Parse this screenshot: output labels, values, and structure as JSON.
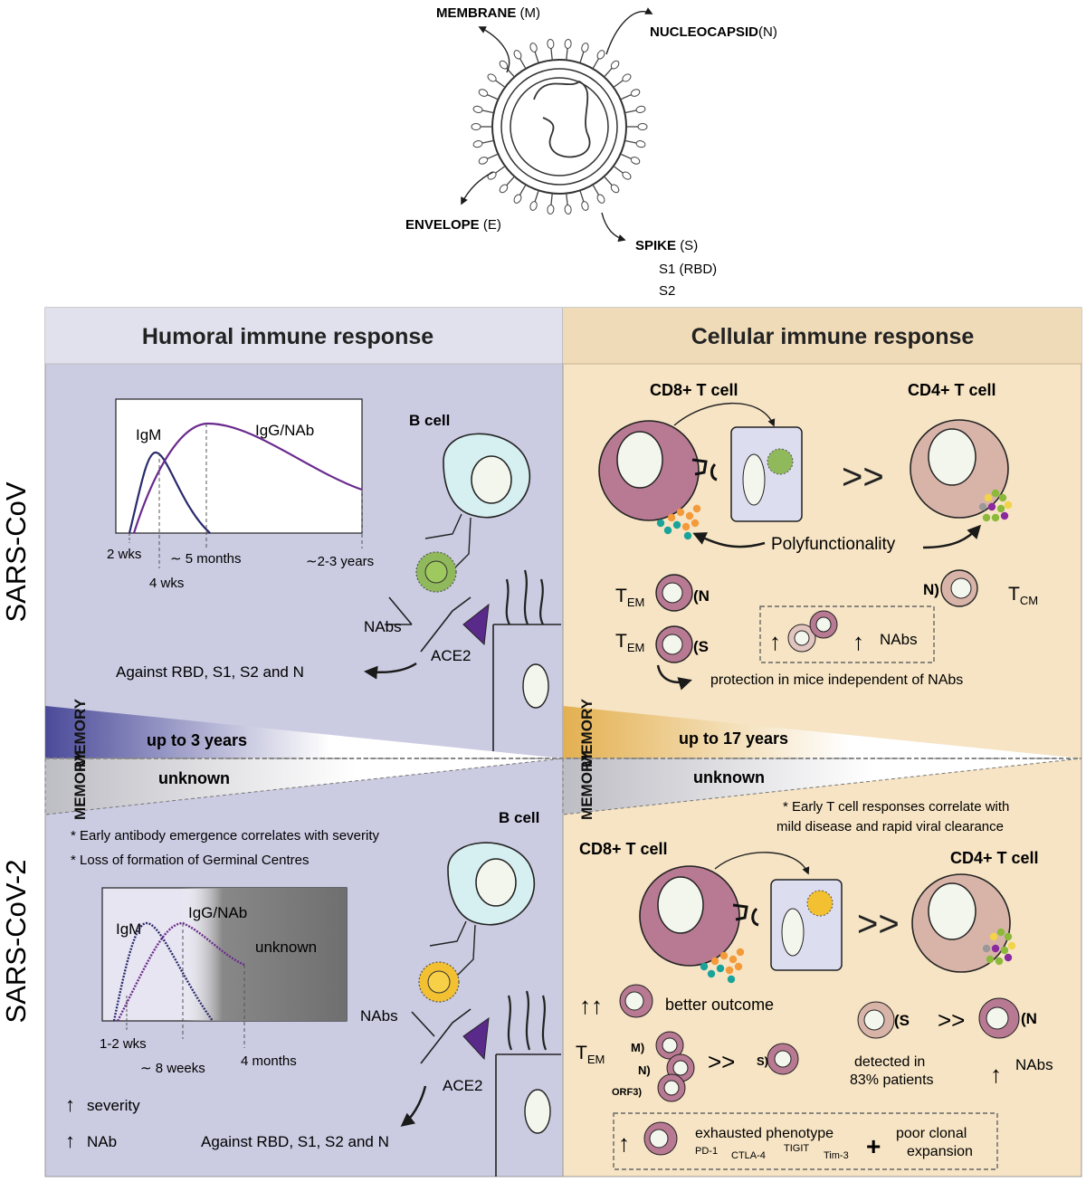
{
  "virus": {
    "membrane": "MEMBRANE",
    "membrane_abbr": "(M)",
    "nucleocapsid": "NUCLEOCAPSID",
    "nucleocapsid_abbr": "(N)",
    "envelope": "ENVELOPE",
    "envelope_abbr": "(E)",
    "spike": "SPIKE",
    "spike_abbr": "(S)",
    "s1": "S1 (RBD)",
    "s2": "S2"
  },
  "headers": {
    "humoral": "Humoral immune response",
    "cellular": "Cellular immune response"
  },
  "rows": {
    "sars_cov": "SARS-CoV",
    "sars_cov2": "SARS-CoV-2"
  },
  "memory": {
    "label": "MEMORY",
    "humoral_sars_cov": "up to 3 years",
    "humoral_sars_cov2": "unknown",
    "cellular_sars_cov": "up to 17 years",
    "cellular_sars_cov2": "unknown"
  },
  "humoral_cov": {
    "igm": "IgM",
    "igg": "IgG/NAb",
    "t1": "2 wks",
    "t2": "4 wks",
    "t3": "5 months",
    "t4": "2-3 years",
    "approx": "∼",
    "bcell": "B cell",
    "nabs": "NAbs",
    "ace2": "ACE2",
    "against": "Against RBD, S1, S2 and N"
  },
  "humoral_cov2": {
    "note1": "* Early antibody emergence correlates with severity",
    "note2": "* Loss of formation of Germinal Centres",
    "igm": "IgM",
    "igg": "IgG/NAb",
    "unknown": "unknown",
    "t1": "1-2 wks",
    "t2": "8 weeks",
    "t3": "4 months",
    "approx": "∼",
    "bcell": "B cell",
    "nabs": "NAbs",
    "ace2": "ACE2",
    "severity": "severity",
    "nab": "NAb",
    "against": "Against RBD, S1, S2 and N"
  },
  "cellular_cov": {
    "cd8": "CD8+ T cell",
    "cd4": "CD4+ T cell",
    "poly": "Polyfunctionality",
    "tem": "T",
    "tem_sub": "EM",
    "tcm": "T",
    "tcm_sub": "CM",
    "n": "N",
    "s": "S",
    "nabs": "NAbs",
    "protection": "protection in mice independent of NAbs"
  },
  "cellular_cov2": {
    "note1": "* Early T cell responses correlate with",
    "note2": "mild disease and rapid viral clearance",
    "cd8": "CD8+ T cell",
    "cd4": "CD4+ T cell",
    "better": "better outcome",
    "tem": "T",
    "tem_sub": "EM",
    "m": "M",
    "n": "N",
    "orf3": "ORF3",
    "s": "S",
    "detected1": "detected in",
    "detected2": "83% patients",
    "nabs": "NAbs",
    "exhausted": "exhausted phenotype",
    "pd1": "PD-1",
    "ctla4": "CTLA-4",
    "tigit": "TIGIT",
    "tim3": "Tim-3",
    "poor1": "poor clonal",
    "poor2": "expansion"
  },
  "colors": {
    "humoral_bg": "#cbcbe2",
    "humoral_header": "#e1e1ee",
    "cellular_bg": "#f6e4c4",
    "cellular_header": "#efdbb8",
    "tcell": "#b87a92",
    "cd4": "#d8b4a8",
    "bcell": "#d6eff0",
    "igm_line": "#2a2a6e",
    "igg_line": "#6a2a8e",
    "memory_blue": "#4a4a9a",
    "memory_gold": "#e3b050"
  }
}
